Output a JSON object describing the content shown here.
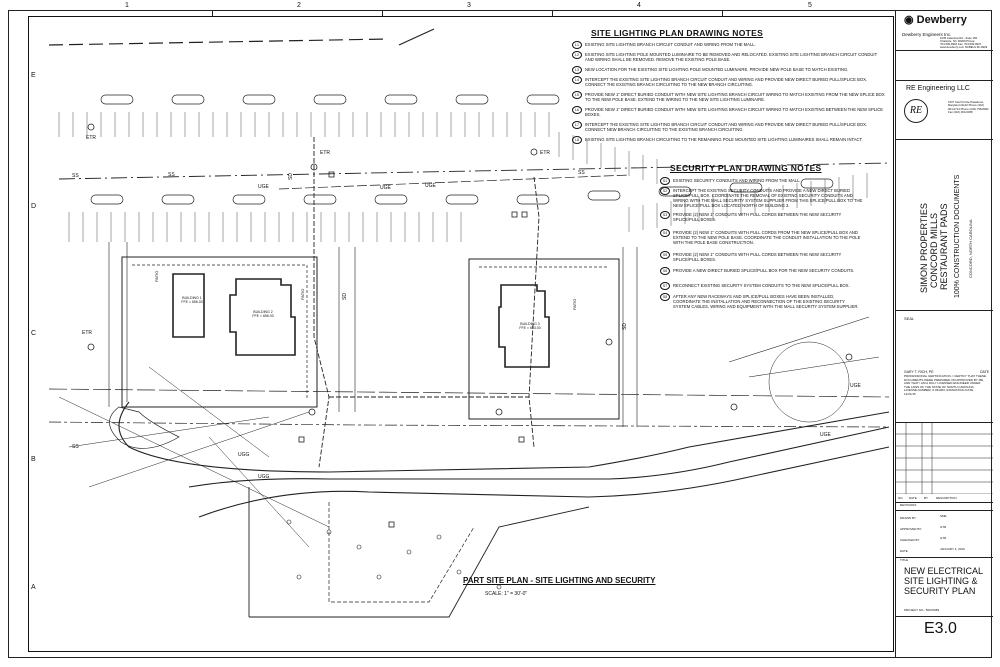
{
  "grid": {
    "columns": [
      "1",
      "2",
      "3",
      "4",
      "5"
    ],
    "rows": [
      "E",
      "D",
      "C",
      "B",
      "A"
    ]
  },
  "site_lighting_notes": {
    "title": "SITE LIGHTING PLAN DRAWING NOTES",
    "items": [
      {
        "num": "L1",
        "text": "EXISTING SITE LIGHTING BRANCH CIRCUIT CONDUIT AND WIRING FROM THE MALL."
      },
      {
        "num": "L2",
        "text": "EXISTING SITE LIGHTING POLE MOUNTED LUMINAIRE TO BE REMOVED AND RELOCATED. EXISTING SITE LIGHTING BRANCH CIRCUIT CONDUIT AND WIRING SHALL BE REMOVED. REMOVE THE EXISTING POLE BASE."
      },
      {
        "num": "L3",
        "text": "NEW LOCATION FOR THE EXISTING SITE LIGHTING POLE MOUNTED LUMINAIRE. PROVIDE NEW POLE BASE TO MATCH EXISTING."
      },
      {
        "num": "L4",
        "text": "INTERCEPT THE EXISTING SITE LIGHTING BRANCH CIRCUIT CONDUIT AND WIRING AND PROVIDE NEW DIRECT BURIED PULL/SPLICE BOX. CONNECT THE EXISTING BRANCH CIRCUITING TO THE NEW BRANCH CIRCUITING."
      },
      {
        "num": "L5",
        "text": "PROVIDE NEW 1\" DIRECT BURIED CONDUIT WITH NEW SITE LIGHTING BRANCH CIRCUIT WIRING TO MATCH EXISTING FROM THE NEW SPLICE BOX TO THE NEW POLE BASE. EXTEND THE WIRING TO THE NEW SITE LIGHTING LUMINAIRE."
      },
      {
        "num": "L6",
        "text": "PROVIDE NEW 1\" DIRECT BURIED CONDUIT WITH NEW SITE LIGHTING BRANCH CIRCUIT WIRING TO MATCH EXISTING BETWEEN THE NEW SPLICE BOXES."
      },
      {
        "num": "L7",
        "text": "INTERCEPT THE EXISTING SITE LIGHTING BRANCH CIRCUIT CONDUIT AND WIRING AND PROVIDE NEW DIRECT BURIED PULL/SPLICE BOX. CONNECT NEW BRANCH CIRCUITING TO THE EXISTING BRANCH CIRCUITING."
      },
      {
        "num": "L8",
        "text": "EXISTING SITE LIGHTING BRANCH CIRCUITING TO THE REMAINING POLE MOUNTED SITE LIGHTING LUMINAIRES SHALL REMAIN INTACT."
      }
    ]
  },
  "security_notes": {
    "title": "SECURITY PLAN DRAWING NOTES",
    "items": [
      {
        "num": "S1",
        "text": "EXISTING SECURITY CONDUITS AND WIRING FROM THE MALL."
      },
      {
        "num": "S2",
        "text": "INTERCEPT THE EXISTING SECURITY CONDUITS AND PROVIDE A NEW DIRECT BURIED SPLICE/PULL BOX. COORDINATE THE REMOVAL OF EXISTING SECURITY CONDUITS AND WIRING WITH THE MALL SECURITY SYSTEM SUPPLIER FROM THIS SPLICE/PULL BOX TO THE NEW SPLICE/PULL BOX LOCATED NORTH OF BUILDING 3."
      },
      {
        "num": "S3",
        "text": "PROVIDE (2) NEW 1\" CONDUITS WITH PULL CORDS BETWEEN THE NEW SECURITY SPLICE/PULL BOXES."
      },
      {
        "num": "S4",
        "text": "PROVIDE (2) NEW 1\" CONDUITS WITH PULL CORDS FROM THE NEW SPLICE/PULL BOX AND EXTEND TO THE NEW POLE BASE. COORDINATE THE CONDUIT INSTALLATION TO THE POLE WITH THE POLE BASE CONSTRUCTION."
      },
      {
        "num": "S5",
        "text": "PROVIDE (2) NEW 1\" CONDUITS WITH PULL CORDS BETWEEN THE NEW SECURITY SPLICE/PULL BOXES."
      },
      {
        "num": "S6",
        "text": "PROVIDE A NEW DIRECT BURIED SPLICE/PULL BOX FOR THE NEW SECURITY CONDUITS."
      },
      {
        "num": "S7",
        "text": "RECONNECT EXISTING SECURITY SYSTEM CONDUITS TO THE NEW SPLICE/PULL BOX."
      },
      {
        "num": "S8",
        "text": "AFTER ANY NEW RACEWAYS AND SPLICE/PULL BOXES HAVE BEEN INSTALLED, COORDINATE THE INSTALLATION AND RECONNECTION OF THE EXISTING SECURITY SYSTEM CABLES, WIRING AND EQUIPMENT WITH THE MALL SECURITY SYSTEM SUPPLIER."
      }
    ]
  },
  "plan": {
    "title": "PART SITE PLAN - SITE LIGHTING AND SECURITY",
    "scale": "SCALE: 1\" = 30'-0\"",
    "buildings": [
      {
        "name": "BUILDING 1",
        "ffe": "FFE = 656.00"
      },
      {
        "name": "BUILDING 2",
        "ffe": "FFE = 656.00"
      },
      {
        "name": "BUILDING 3",
        "ffe": "FFE = 653.00"
      }
    ],
    "labels": {
      "ss": "SS",
      "uge": "UGE",
      "sd": "SD",
      "etr": "ETR",
      "patio": "PATIO",
      "ugg": "UGG"
    }
  },
  "title_block": {
    "logo": "Dewberry",
    "firm": "Dewberry Engineers Inc.",
    "firm_address": "6135 Lakeview Rd., Suite 150 Charlotte, NC 28269 Phone: 704.509.9918 Fax: 704.509.9937 www.dewberry.com NCBELS #F-0929",
    "consultant": "RE Engineering LLC",
    "consultant_monogram": "RE",
    "consultant_address": "1507 Scarf Circle Pasadena, Maryland 21122 Phone (410) 904-0714 Phone (443) 758-8092 Fax (410) 360-6368",
    "project_lines": [
      "SIMON PROPERTIES",
      "CONCORD MILLS",
      "RESTAURANT PADS"
    ],
    "project_status": "100% CONSTRUCTION DOCUMENTS",
    "project_location": "CONCORD, NORTH CAROLINA",
    "seal": "SEAL",
    "engineer": "GARY T. RICH, PE",
    "date_label": "DATE",
    "certification": "PROFESSIONAL CERTIFICATION. I CERTIFY THAT THESE DOCUMENTS WERE PREPARED OR APPROVED BY ME, AND THAT I AM A DULY LICENSED ENGINEER UNDER THE LAWS OF THE STATE OF NORTH CAROLINA. LICENSE NUMBER: # 034363, EXPIRATION DATE: 12/31/15",
    "rev_headers": [
      "NO.",
      "DATE",
      "BY",
      "DESCRIPTION"
    ],
    "revisions_label": "REVISIONS",
    "drawn_by_label": "DRAWN BY",
    "drawn_by": "SME",
    "approved_by_label": "APPROVED BY",
    "approved_by": "GTR",
    "checked_by_label": "CHECKED BY",
    "checked_by": "GTR",
    "date_field_label": "DATE",
    "date": "JANUARY 4, 2016",
    "title_label": "TITLE",
    "sheet_title_lines": [
      "NEW ELECTRICAL",
      "SITE LIGHTING &",
      "SECURITY PLAN"
    ],
    "project_no": "PROJECT NO.: 50070983",
    "sheet_number": "E3.0"
  }
}
